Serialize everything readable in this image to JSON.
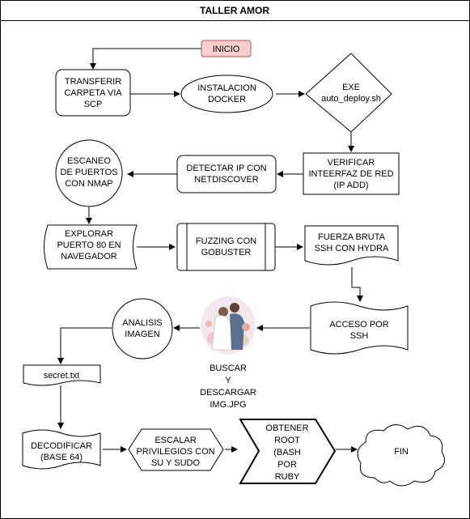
{
  "title": "TALLER AMOR",
  "nodes": {
    "inicio": "INICIO",
    "transferir": [
      "TRANSFERIR",
      "CARPETA VIA",
      "SCP"
    ],
    "docker": [
      "INSTALACION",
      "DOCKER"
    ],
    "exe": [
      "EXE",
      "auto_deploy.sh"
    ],
    "verificar": [
      "VERIFICAR",
      "INTEERFAZ DE RED",
      "(IP ADD)"
    ],
    "detectar": [
      "DETECTAR IP CON",
      "NETDISCOVER"
    ],
    "escaneo": [
      "ESCANEO",
      "DE PUERTOS",
      "CON NMAP"
    ],
    "explorar": [
      "EXPLORAR",
      "PUERTO 80 EN",
      "NAVEGADOR"
    ],
    "fuzzing": [
      "FUZZING CON",
      "GOBUSTER"
    ],
    "fuerza": [
      "FUERZA BRUTA",
      "SSH CON HYDRA"
    ],
    "acceso": [
      "ACCESO POR",
      "SSH"
    ],
    "buscar": [
      "BUSCAR",
      "Y",
      "DESCARGAR",
      "IMG.JPG"
    ],
    "analisis": [
      "ANALISIS",
      "IMAGEN"
    ],
    "secret": "secret.txt",
    "decodificar": [
      "DECODIFICAR",
      "(BASE 64)"
    ],
    "escalar": [
      "ESCALAR",
      "PRIVILEGIOS CON",
      "SU Y SUDO"
    ],
    "obtener": [
      "OBTENER",
      "ROOT",
      "(BASH",
      "POR",
      "RUBY"
    ],
    "fin": "FIN"
  },
  "colors": {
    "inicio_fill": "#f8cecc",
    "inicio_stroke": "#b85450"
  },
  "icons": {
    "image": "wedding-couple-illustration"
  }
}
